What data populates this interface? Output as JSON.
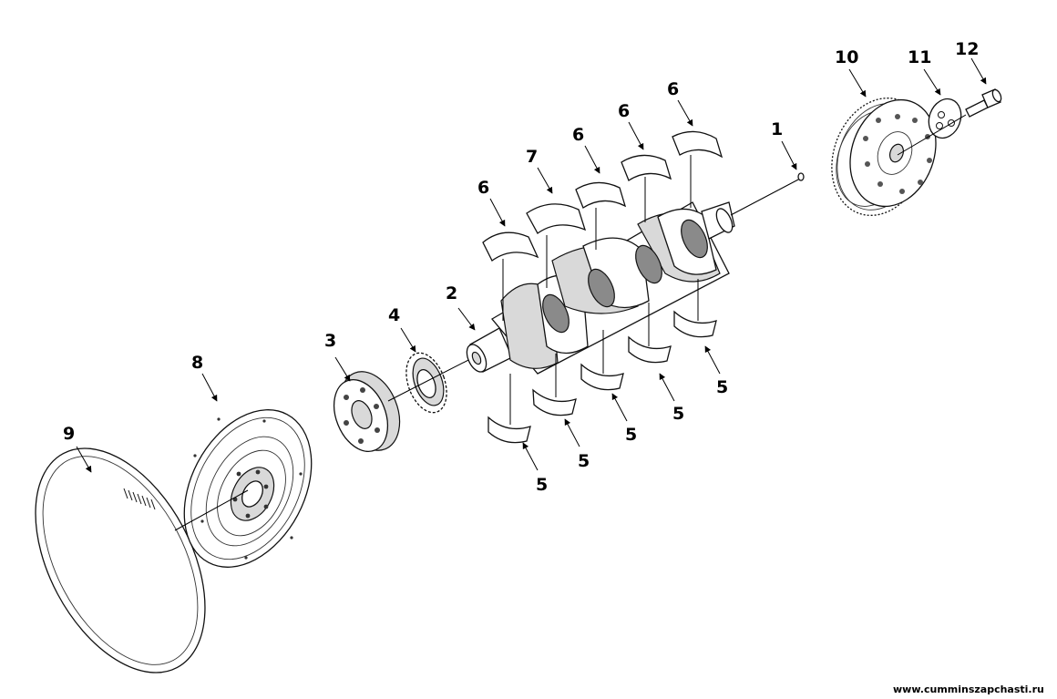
{
  "callouts": [
    "1",
    "2",
    "3",
    "4",
    "5",
    "6",
    "7",
    "8",
    "9",
    "10",
    "11",
    "12"
  ],
  "watermark": "www.cumminszapchasti.ru"
}
